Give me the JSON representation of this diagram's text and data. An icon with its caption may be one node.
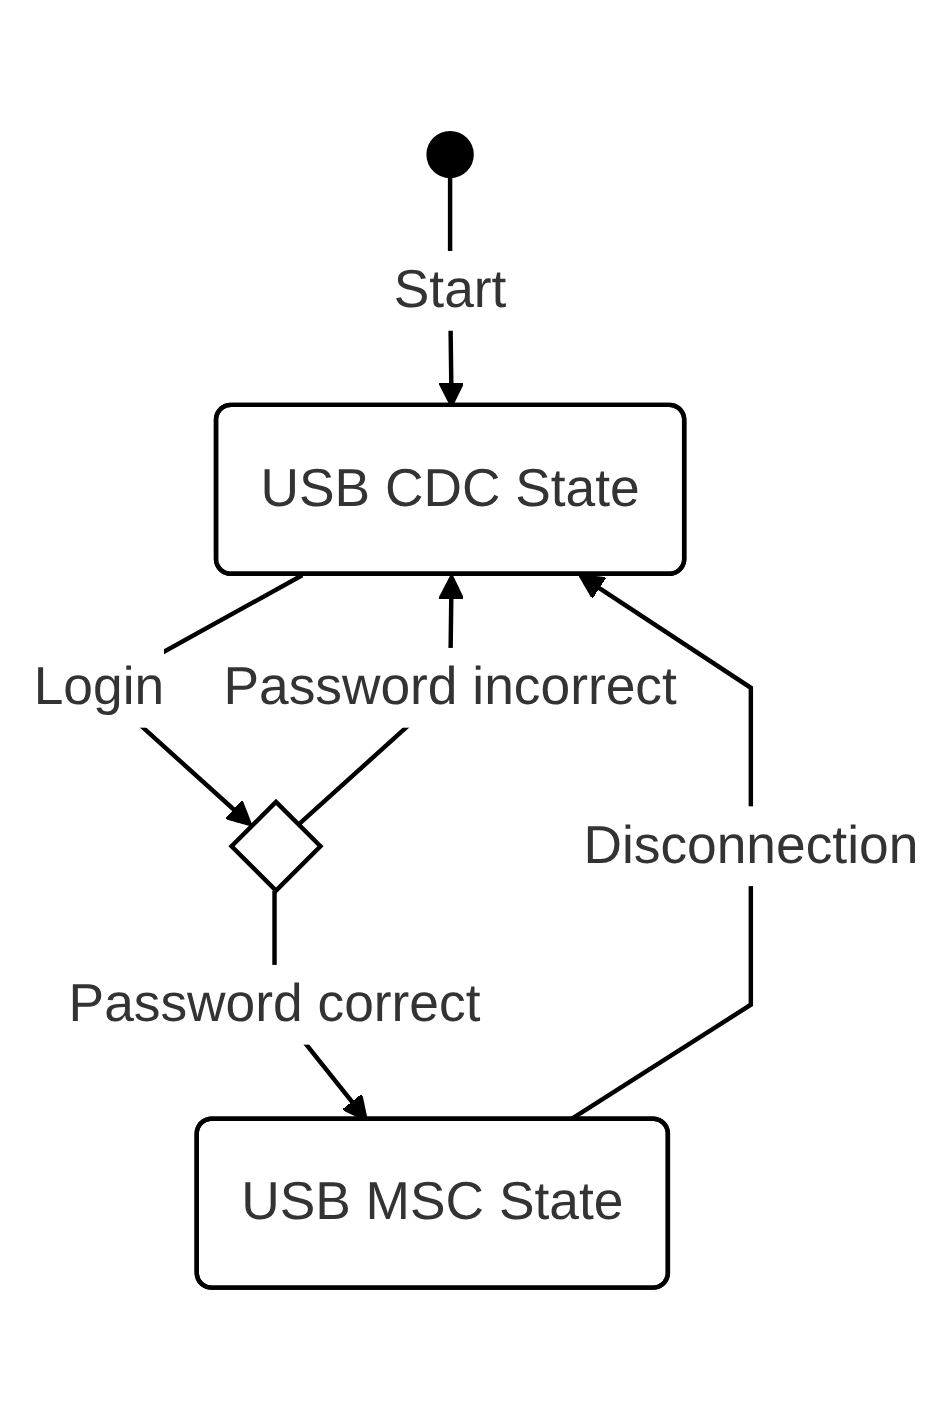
{
  "diagram": {
    "nodes": [
      {
        "text": [],
        "shape": "circle"
      },
      {
        "text": [
          "USB CDC State"
        ]
      },
      {
        "text": [],
        "shape": "diamond"
      },
      {
        "text": [
          "USB MSC State"
        ]
      }
    ],
    "edges": [
      {
        "from": 0,
        "to": 1,
        "arrow": "to",
        "label": "Start"
      },
      {
        "from": 1,
        "to": 2,
        "arrow": "to",
        "label": "Login"
      },
      {
        "from": 2,
        "to": 1,
        "arrow": "to",
        "label": "Password incorrect"
      },
      {
        "from": 2,
        "to": 3,
        "arrow": "to",
        "label": "Password correct"
      },
      {
        "from": 3,
        "to": 1,
        "arrow": "to",
        "label": "Disconnection"
      }
    ]
  }
}
